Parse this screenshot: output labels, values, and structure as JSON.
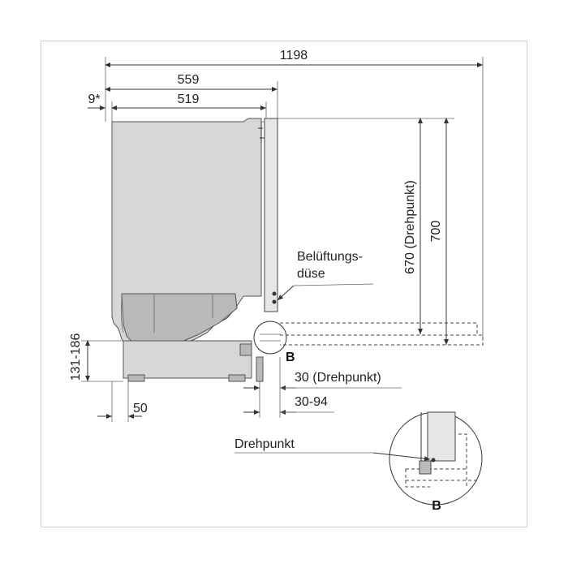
{
  "dimensions": {
    "total_depth": "1198",
    "depth_with_door": "559",
    "cabinet_depth": "519",
    "offset_marker": "9*",
    "height_pivot": "670 (Drehpunkt)",
    "height_total": "700",
    "foot_height": "131-186",
    "foot_offset": "50",
    "pivot_offset": "30 (Drehpunkt)",
    "range_offset": "30-94"
  },
  "labels": {
    "vent_line1": "Belüftungs-",
    "vent_line2": "düse",
    "detail_marker": "B",
    "pivot_label": "Drehpunkt",
    "detail_circle_label": "B"
  },
  "icons": {
    "detail_circle": "magnifier-detail-icon"
  }
}
